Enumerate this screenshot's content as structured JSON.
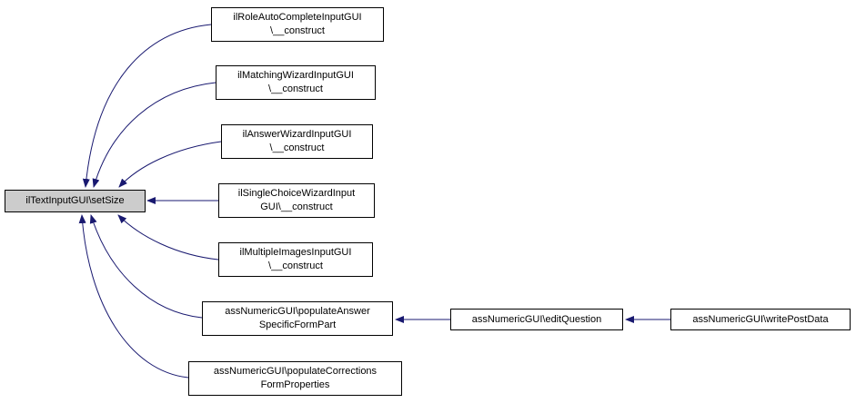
{
  "diagram": {
    "type": "call-graph",
    "main_node": {
      "label": "ilTextInputGUI\\setSize"
    },
    "callers": [
      {
        "label": "ilRoleAutoCompleteInputGUI\n\\__construct"
      },
      {
        "label": "ilMatchingWizardInputGUI\n\\__construct"
      },
      {
        "label": "ilAnswerWizardInputGUI\n\\__construct"
      },
      {
        "label": "ilSingleChoiceWizardInput\nGUI\\__construct"
      },
      {
        "label": "ilMultipleImagesInputGUI\n\\__construct"
      },
      {
        "label": "assNumericGUI\\populateAnswer\nSpecificFormPart"
      },
      {
        "label": "assNumericGUI\\populateCorrections\nFormProperties"
      },
      {
        "label": "assNumericGUI\\editQuestion"
      },
      {
        "label": "assNumericGUI\\writePostData"
      }
    ],
    "edges": [
      {
        "from": "ilRoleAutoCompleteInputGUI\\__construct",
        "to": "ilTextInputGUI\\setSize"
      },
      {
        "from": "ilMatchingWizardInputGUI\\__construct",
        "to": "ilTextInputGUI\\setSize"
      },
      {
        "from": "ilAnswerWizardInputGUI\\__construct",
        "to": "ilTextInputGUI\\setSize"
      },
      {
        "from": "ilSingleChoiceWizardInputGUI\\__construct",
        "to": "ilTextInputGUI\\setSize"
      },
      {
        "from": "ilMultipleImagesInputGUI\\__construct",
        "to": "ilTextInputGUI\\setSize"
      },
      {
        "from": "assNumericGUI\\populateAnswerSpecificFormPart",
        "to": "ilTextInputGUI\\setSize"
      },
      {
        "from": "assNumericGUI\\populateCorrectionsFormProperties",
        "to": "ilTextInputGUI\\setSize"
      },
      {
        "from": "assNumericGUI\\editQuestion",
        "to": "assNumericGUI\\populateAnswerSpecificFormPart"
      },
      {
        "from": "assNumericGUI\\writePostData",
        "to": "assNumericGUI\\editQuestion"
      }
    ],
    "colors": {
      "edge": "#191970",
      "node_border": "#000000",
      "node_fill": "#ffffff",
      "main_node_fill": "#cccccc",
      "background": "#ffffff"
    }
  }
}
